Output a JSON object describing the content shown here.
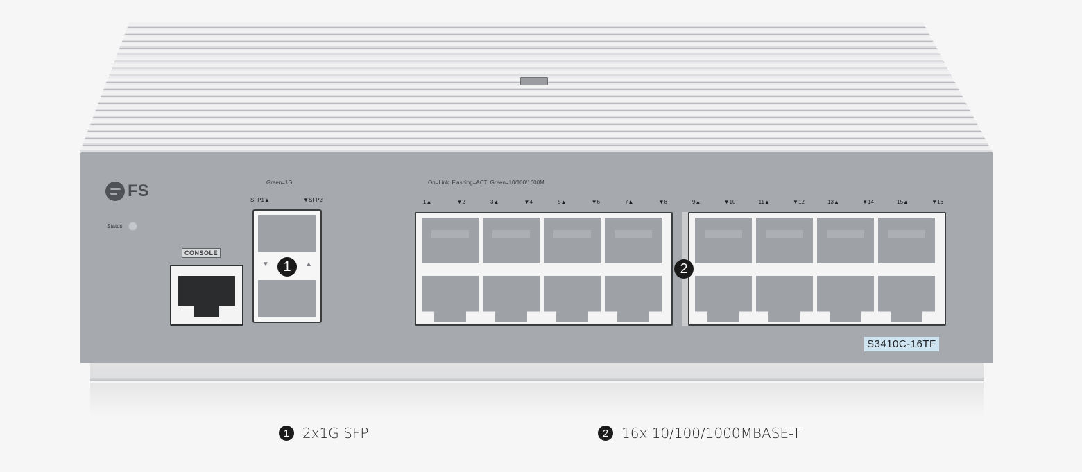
{
  "device": {
    "brand": "FS",
    "model": "S3410C-16TF",
    "status_label": "Status",
    "console_label": "CONSOLE"
  },
  "sfp": {
    "caption": "Green=1G",
    "port_labels": [
      "SFP1▲",
      "▼SFP2"
    ],
    "callout": "1"
  },
  "ethernet": {
    "caption": "On=Link  Flashing=ACT  Green=10/100/1000M",
    "group1_labels": [
      "1▲",
      "▼2",
      "3▲",
      "▼4",
      "5▲",
      "▼6",
      "7▲",
      "▼8"
    ],
    "group2_labels": [
      "9▲",
      "▼10",
      "11▲",
      "▼12",
      "13▲",
      "▼14",
      "15▲",
      "▼16"
    ],
    "callout": "2"
  },
  "legend": [
    {
      "num": "1",
      "text": "2x1G SFP"
    },
    {
      "num": "2",
      "text": "16x 10/100/1000MBASE-T"
    }
  ],
  "colors": {
    "front_panel": "#a6a9ad",
    "callout": "#1a1a1a",
    "model_badge": "#cfe4f1"
  }
}
